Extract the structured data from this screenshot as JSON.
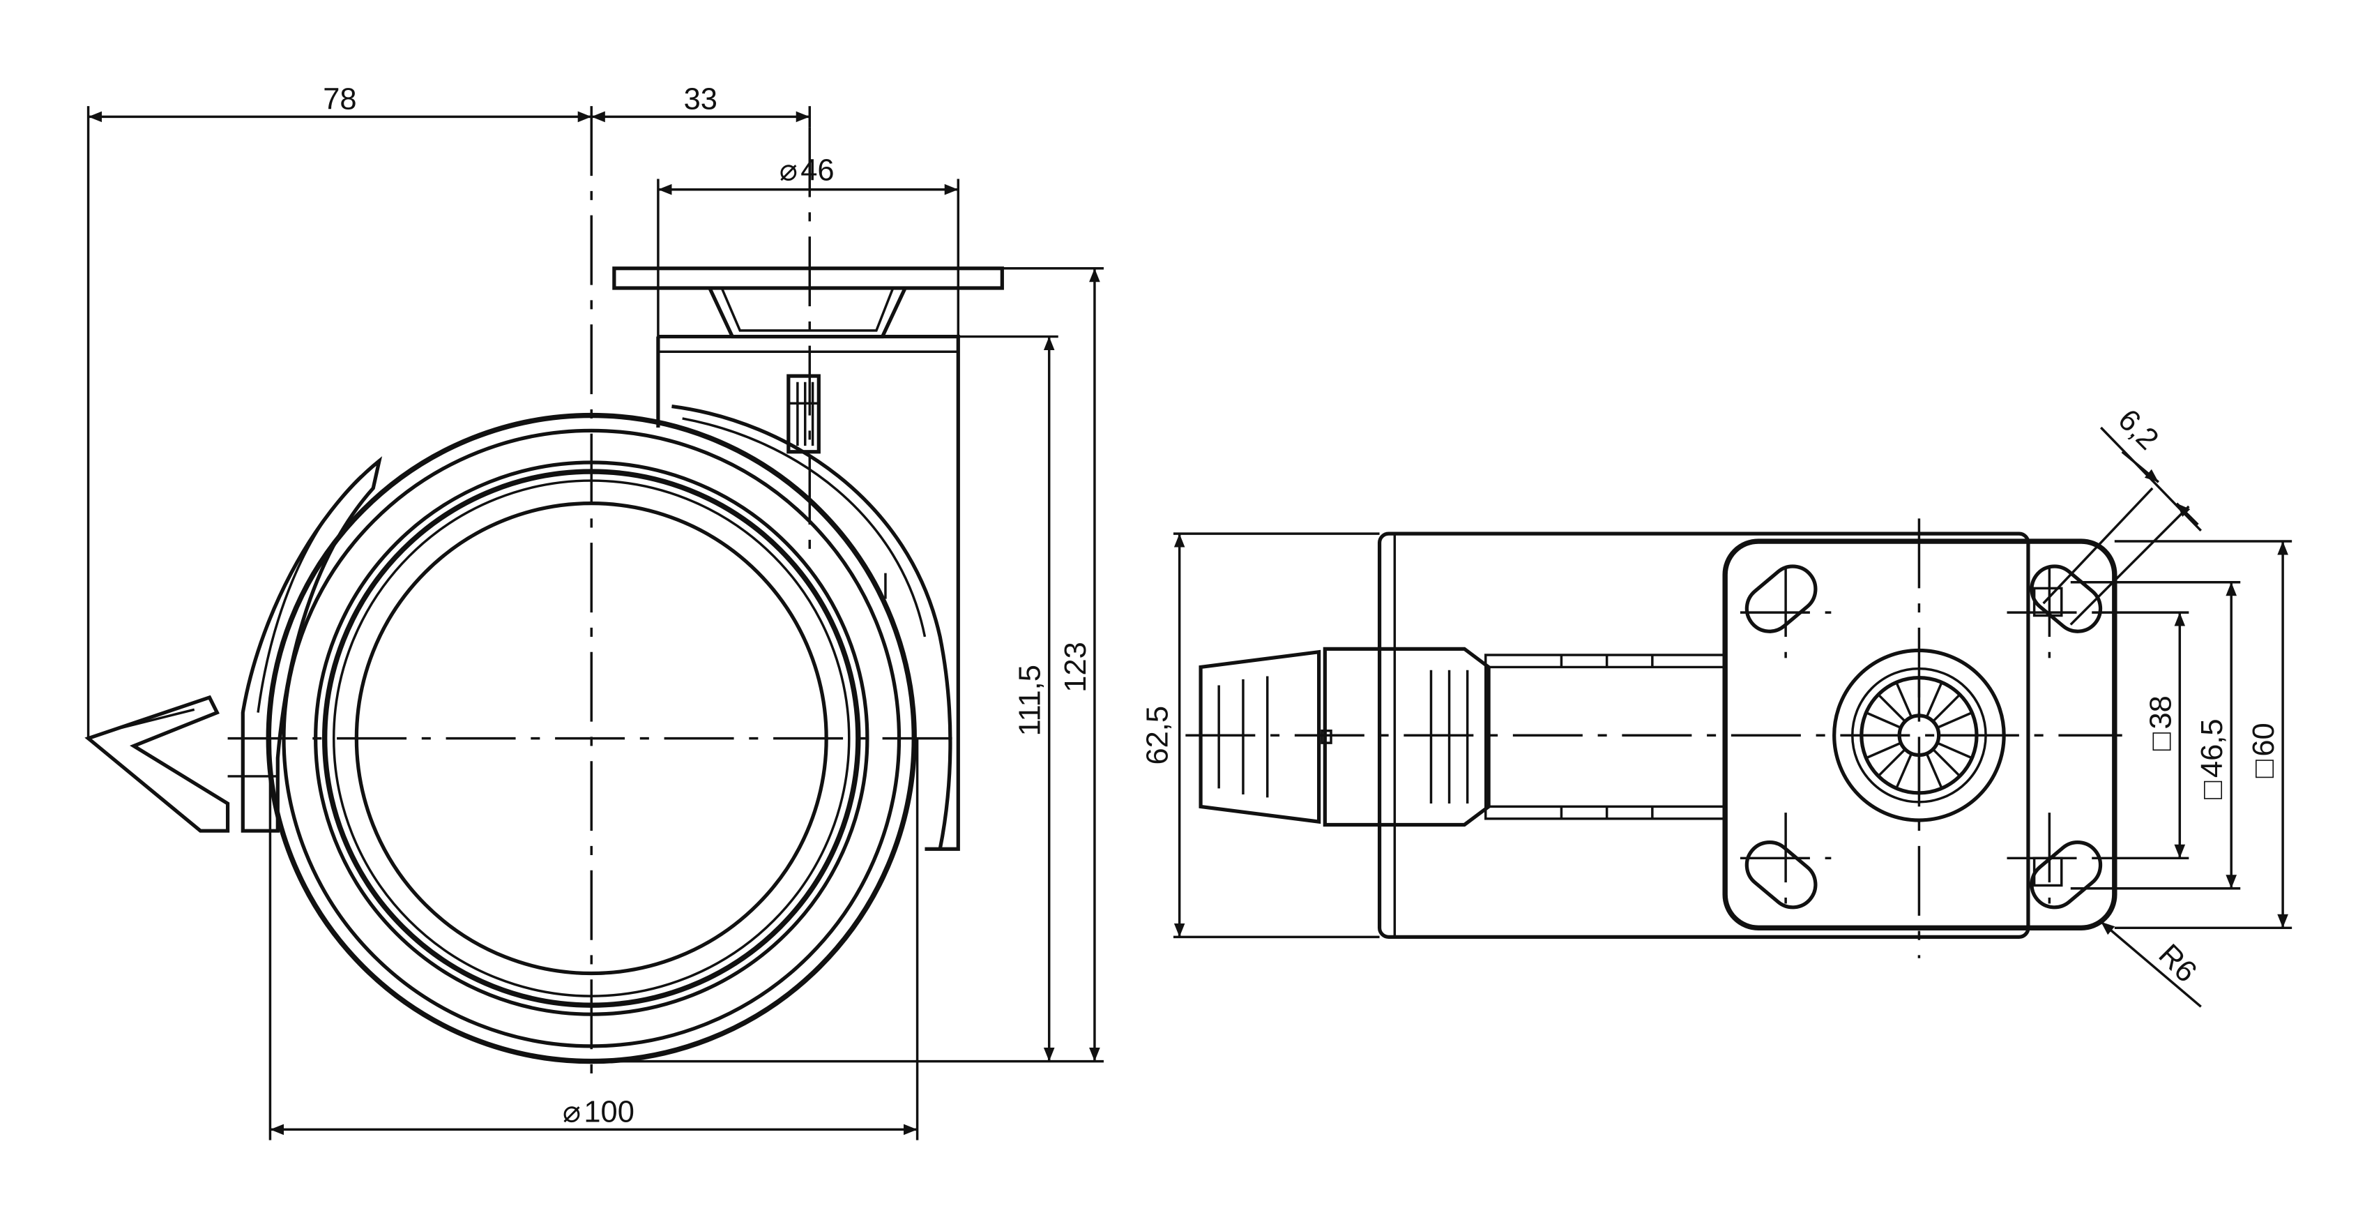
{
  "dimensions": {
    "width_78": "78",
    "width_33": "33",
    "diameter_46": "46",
    "diameter_100": "100",
    "height_111_5": "111,5",
    "height_123": "123",
    "width_62_5": "62,5",
    "square_38": "38",
    "square_46_5": "46,5",
    "square_60": "60",
    "slot_6_2": "6,2",
    "radius_r6": "R6"
  },
  "symbols": {
    "diameter": "⌀",
    "square": "□"
  },
  "colors": {
    "line": "#111111",
    "background": "#ffffff"
  }
}
